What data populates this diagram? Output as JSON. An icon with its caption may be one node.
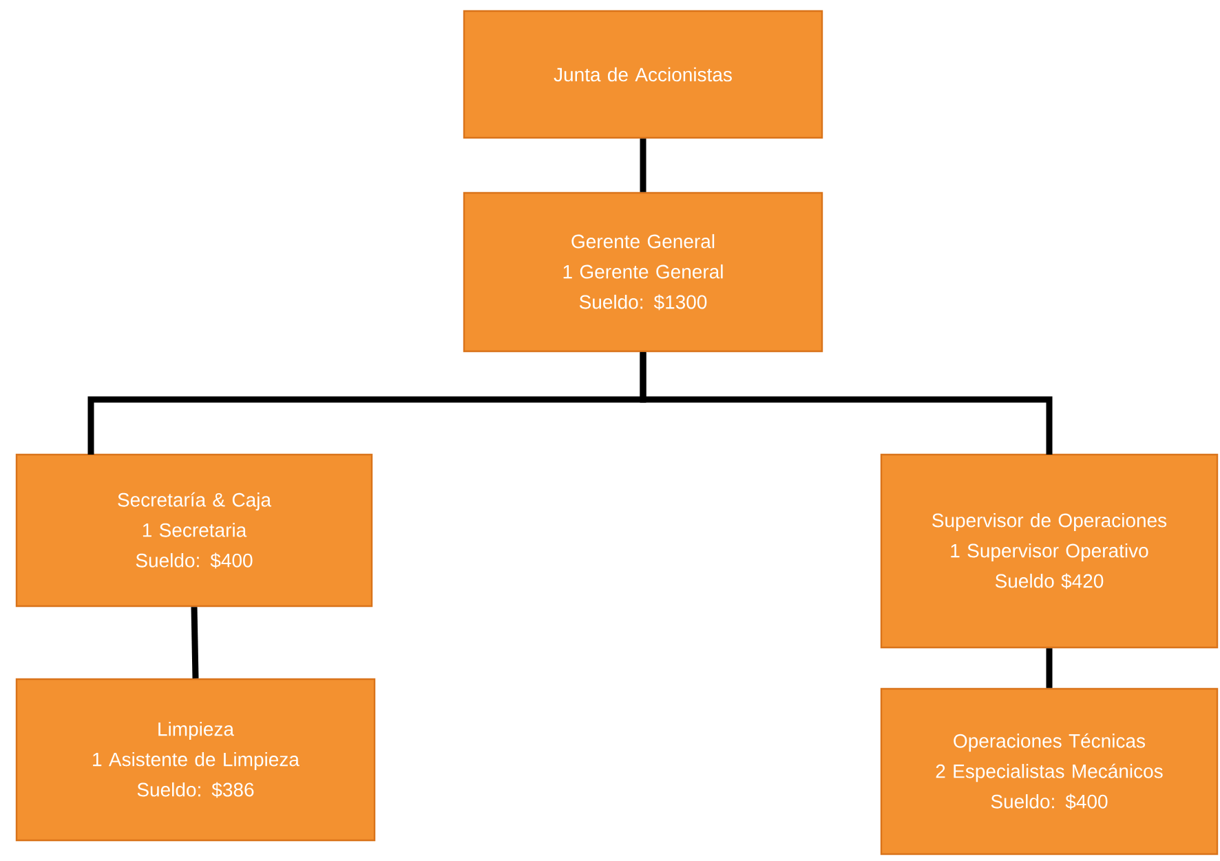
{
  "diagram": {
    "nodes": [
      {
        "text": [
          "Junta de Accionistas"
        ]
      },
      {
        "text": [
          "Gerente General",
          "1 Gerente General",
          "Sueldo: $1300"
        ]
      },
      {
        "text": [
          "Secretaría & Caja",
          "1 Secretaria",
          "Sueldo: $400"
        ]
      },
      {
        "text": [
          "Limpieza",
          "1 Asistente de Limpieza",
          "Sueldo: $386"
        ]
      },
      {
        "text": [
          "Supervisor de Operaciones",
          "1 Supervisor Operativo",
          "Sueldo $420"
        ]
      },
      {
        "text": [
          "Operaciones Técnicas",
          "2 Especialistas Mecánicos",
          "Sueldo: $400"
        ]
      }
    ],
    "edges": [
      {
        "from": 0,
        "to": 1,
        "arrow": "none"
      },
      {
        "from": 1,
        "to": 2,
        "arrow": "none"
      },
      {
        "from": 1,
        "to": 4,
        "arrow": "none"
      },
      {
        "from": 2,
        "to": 3,
        "arrow": "none"
      },
      {
        "from": 4,
        "to": 5,
        "arrow": "none"
      }
    ]
  }
}
